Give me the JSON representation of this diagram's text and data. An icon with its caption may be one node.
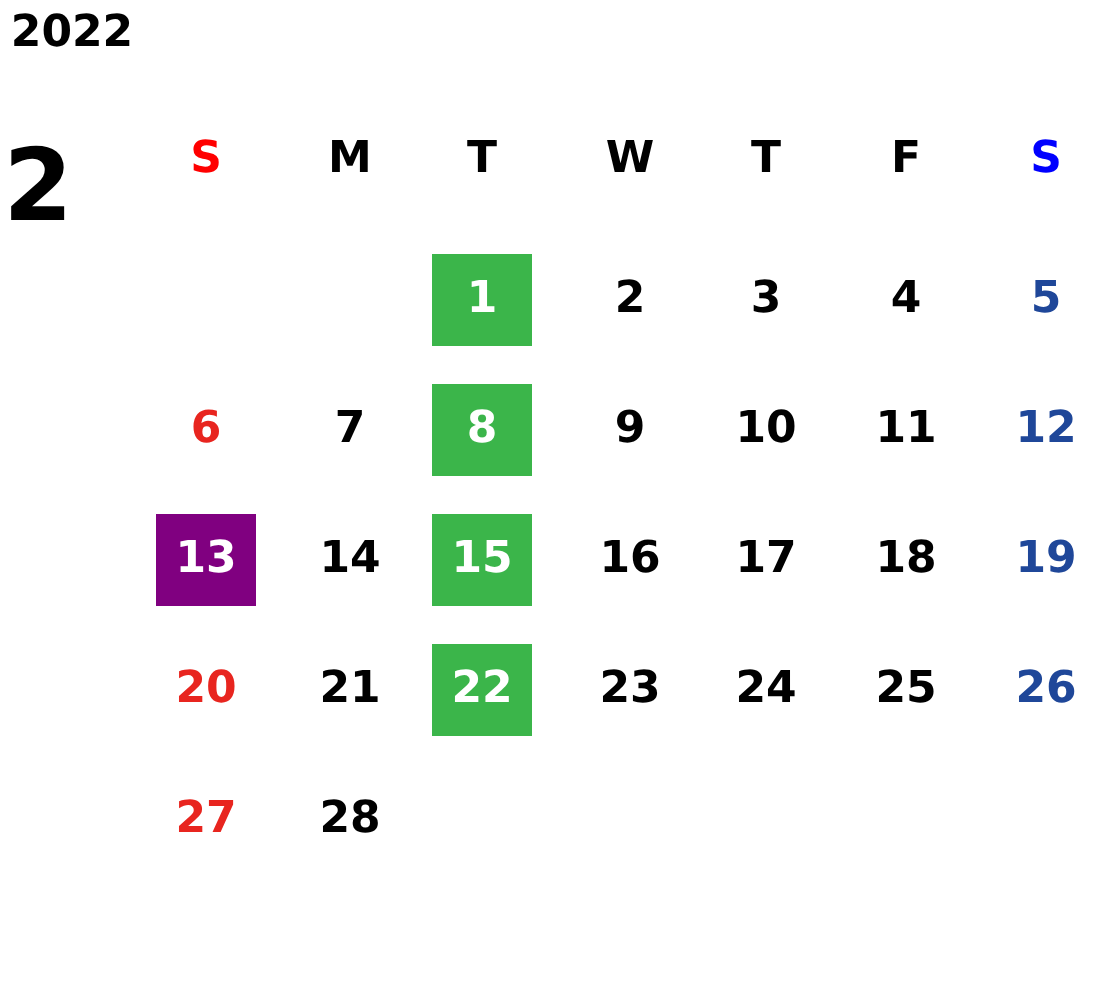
{
  "diagram": {
    "nodes": [
      {
        "text": [
          "1"
        ]
      },
      {
        "text": [
          "8"
        ]
      },
      {
        "text": [
          "13"
        ]
      },
      {
        "text": [
          "15"
        ]
      },
      {
        "text": [
          "22"
        ]
      }
    ],
    "labels": [
      "2022",
      "2",
      "S",
      "M",
      "T",
      "W",
      "T",
      "F",
      "S",
      "2",
      "3",
      "4",
      "5",
      "6",
      "7",
      "9",
      "10",
      "11",
      "12",
      "14",
      "16",
      "17",
      "18",
      "19",
      "20",
      "21",
      "23",
      "24",
      "25",
      "26",
      "27",
      "28"
    ]
  }
}
